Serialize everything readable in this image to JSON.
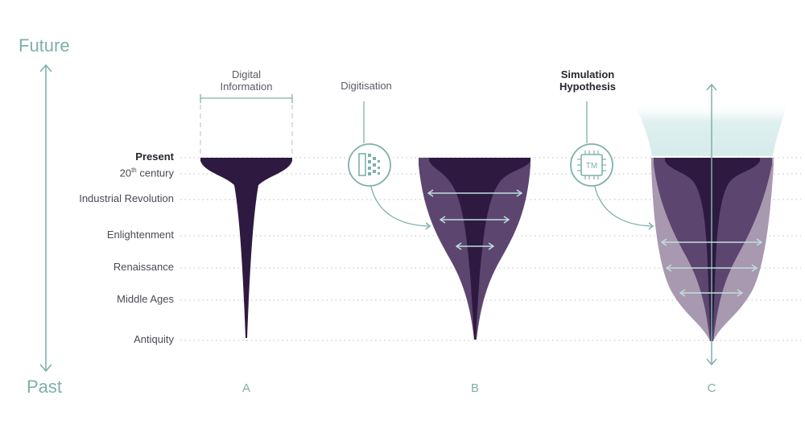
{
  "axis": {
    "future": "Future",
    "past": "Past"
  },
  "eras": {
    "present": "Present",
    "c20": "20",
    "c20_sup": "th",
    "c20_rest": " century",
    "industrial": "Industrial Revolution",
    "enlightenment": "Enlightenment",
    "renaissance": "Renaissance",
    "middle_ages": "Middle Ages",
    "antiquity": "Antiquity"
  },
  "panels": {
    "a": {
      "letter": "A",
      "caption_line1": "Digital",
      "caption_line2": "Information"
    },
    "b": {
      "letter": "B",
      "caption": "Digitisation"
    },
    "c": {
      "letter": "C",
      "caption_line1": "Simulation",
      "caption_line2": "Hypothesis",
      "chip_label": "TM"
    }
  },
  "colors": {
    "accent": "#7fb0aa",
    "dark": "#2e1a40",
    "mid": "#5c4670",
    "light": "#a898b0",
    "mist": "#d6ecea"
  }
}
